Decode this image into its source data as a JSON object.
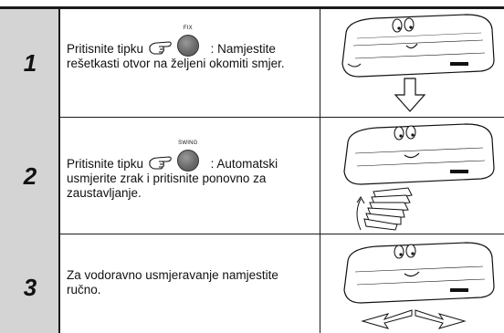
{
  "steps": [
    {
      "number": "1",
      "button_label": "FIX",
      "text_before": "Pritisnite tipku",
      "text_after": ": Namjestite rešetkasti otvor na željeni okomiti smjer."
    },
    {
      "number": "2",
      "button_label": "SWING",
      "text_before": "Pritisnite tipku",
      "text_after": ": Automatski usmjerite zrak i pritisnite ponovno za zaustavljanje."
    },
    {
      "number": "3",
      "text": "Za vodoravno usmjeravanje namjestite ručno."
    }
  ],
  "icons": {
    "hand": "pointing-hand-icon",
    "button": "round-button-icon",
    "unit": "air-conditioner-illustration"
  },
  "colors": {
    "number_cell_bg": "#d4d4d4",
    "rule": "#1a1a1a",
    "button": "#6a6a6a"
  }
}
